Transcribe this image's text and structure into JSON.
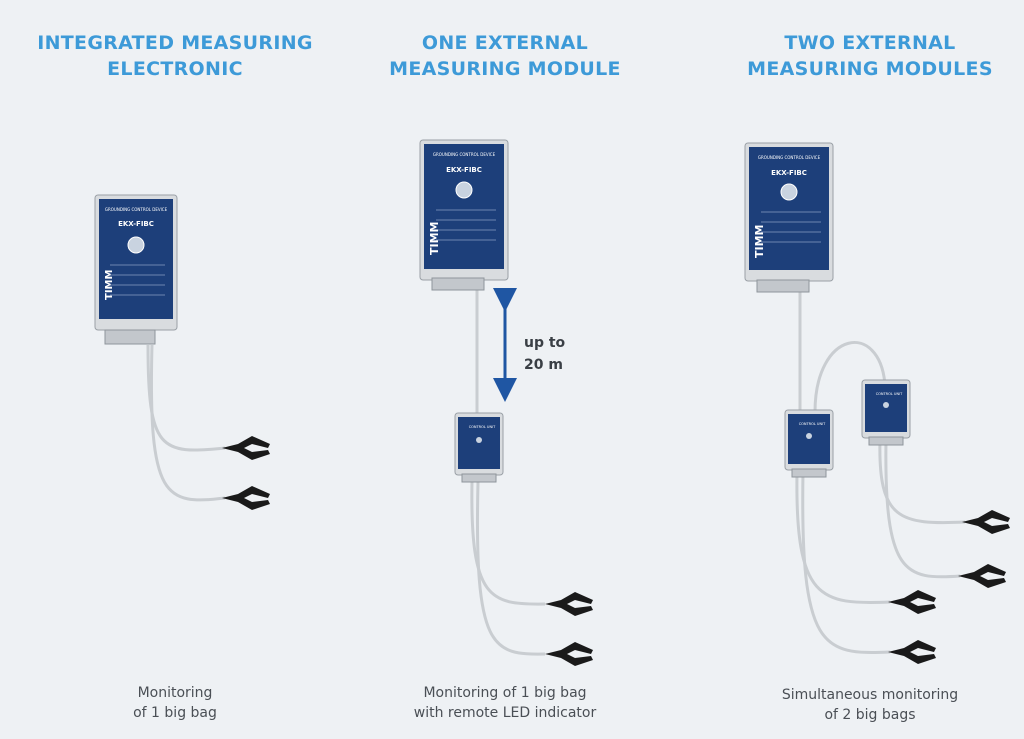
{
  "columns": [
    {
      "heading": [
        "INTEGRATED MEASURING",
        "ELECTRONIC"
      ],
      "caption": [
        "Monitoring",
        "of 1 big bag"
      ]
    },
    {
      "heading": [
        "ONE EXTERNAL",
        "MEASURING MODULE"
      ],
      "caption": [
        "Monitoring of 1 big bag",
        "with remote LED indicator"
      ]
    },
    {
      "heading": [
        "TWO EXTERNAL",
        "MEASURING MODULES"
      ],
      "caption": [
        "Simultaneous monitoring",
        "of 2 big bags"
      ]
    }
  ],
  "devices": {
    "brand": "TIMM",
    "model": "EKX-FIBC",
    "header_text": "GROUNDING CONTROL DEVICE",
    "module_label": "CONTROL UNIT"
  },
  "distance_label": [
    "up to",
    "20 m"
  ],
  "colors": {
    "heading": "#3d9ad8",
    "device_panel": "#1d3f7a",
    "arrow": "#1f56a3",
    "cable": "#c9cdd1",
    "clamp": "#1a1a1a"
  }
}
